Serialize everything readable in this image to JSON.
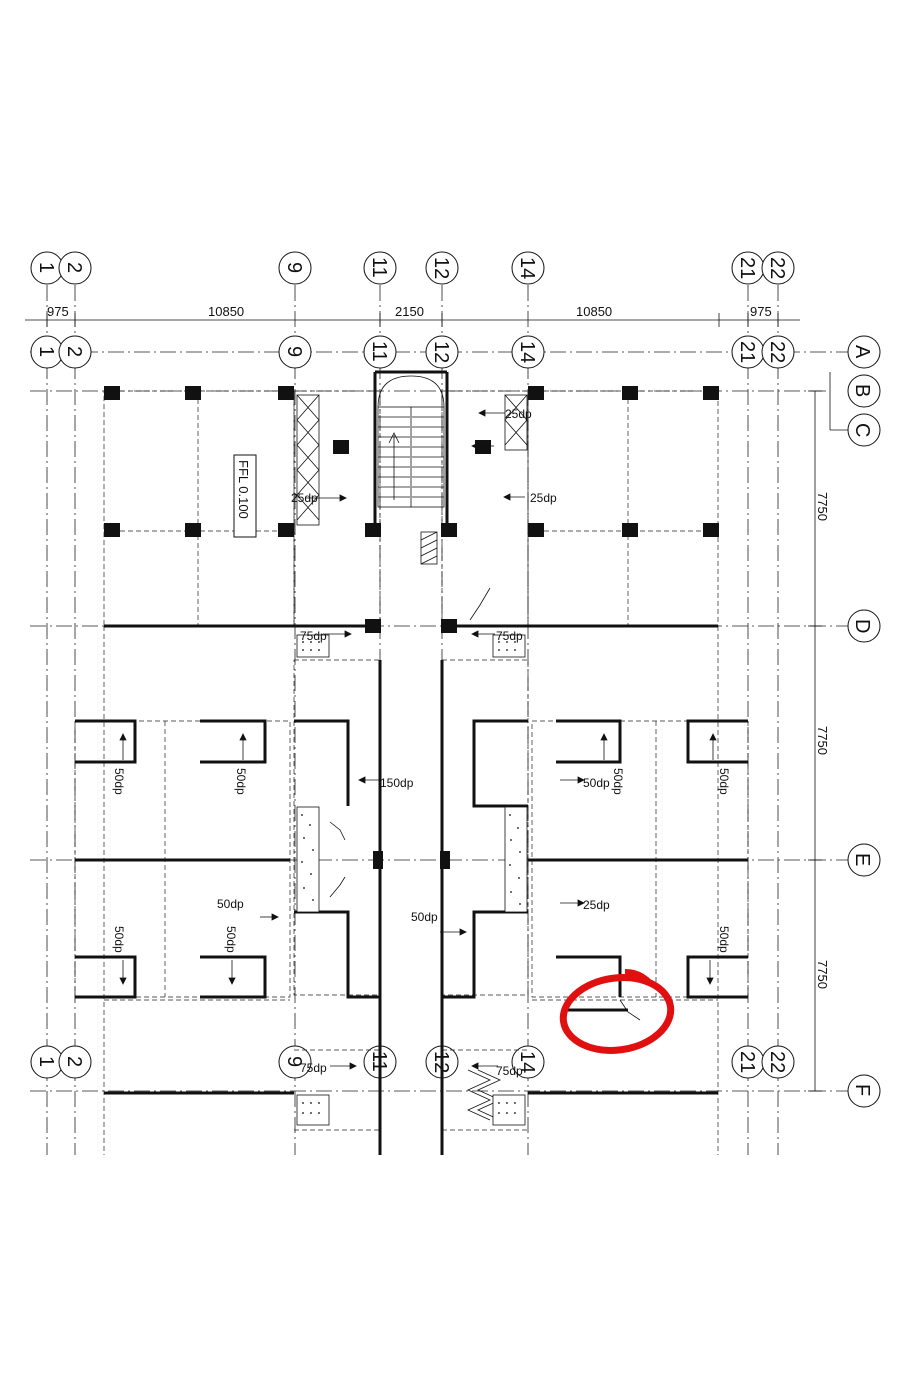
{
  "drawing": {
    "floor_label": "FFL 0.100",
    "grid_top": [
      "1",
      "2",
      "9",
      "11",
      "12",
      "14",
      "21",
      "22"
    ],
    "grid_mid": [
      "1",
      "2",
      "9",
      "11",
      "12",
      "14",
      "21",
      "22"
    ],
    "grid_bottom": [
      "1",
      "2",
      "9",
      "11",
      "12",
      "14",
      "21",
      "22"
    ],
    "grid_right": [
      "A",
      "B",
      "C",
      "D",
      "E",
      "F"
    ],
    "dims_top": [
      "975",
      "10850",
      "2150",
      "10850",
      "975"
    ],
    "dims_right": [
      "7750",
      "7750",
      "7750"
    ],
    "drops": {
      "d1": "25dp",
      "d2": "25dp",
      "d3": "25dp",
      "d4": "75dp",
      "d5": "75dp",
      "d6": "50dp",
      "d7": "50dp",
      "d8": "150dp",
      "d9": "50dp",
      "d10": "50dp",
      "d11": "50dp",
      "d12": "50dp",
      "d13": "50dp",
      "d14": "25dp",
      "d15": "50dp",
      "d16": "50dp",
      "d17": "50dp",
      "d18": "75dp",
      "d19": "75dp"
    },
    "highlight_color": "#e01010",
    "line_color": "#111111"
  }
}
